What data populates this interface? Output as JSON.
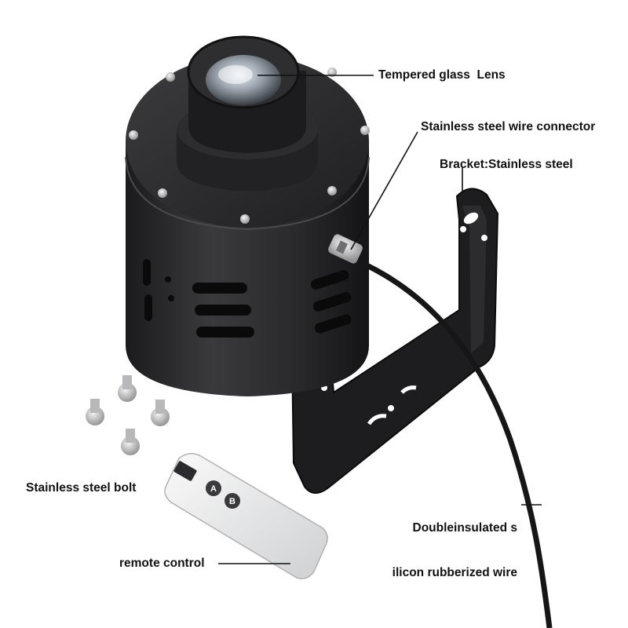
{
  "labels": {
    "lens": "Tempered glass  Lens",
    "wire_connector": "Stainless steel wire connector",
    "bracket": "Bracket:Stainless steel",
    "bolt": "Stainless steel bolt",
    "wire_line1": "Doubleinsulated s",
    "wire_line2": "ilicon rubberized wire",
    "remote": "remote control"
  },
  "remote_buttons": {
    "a": "A",
    "b": "B"
  },
  "colors": {
    "housing": "#2b2b2d",
    "bracket": "#1e1e20",
    "cable": "#1a1a1a",
    "remote": "#e9e9ea",
    "leader_line": "#111111",
    "label_text": "#111111"
  }
}
